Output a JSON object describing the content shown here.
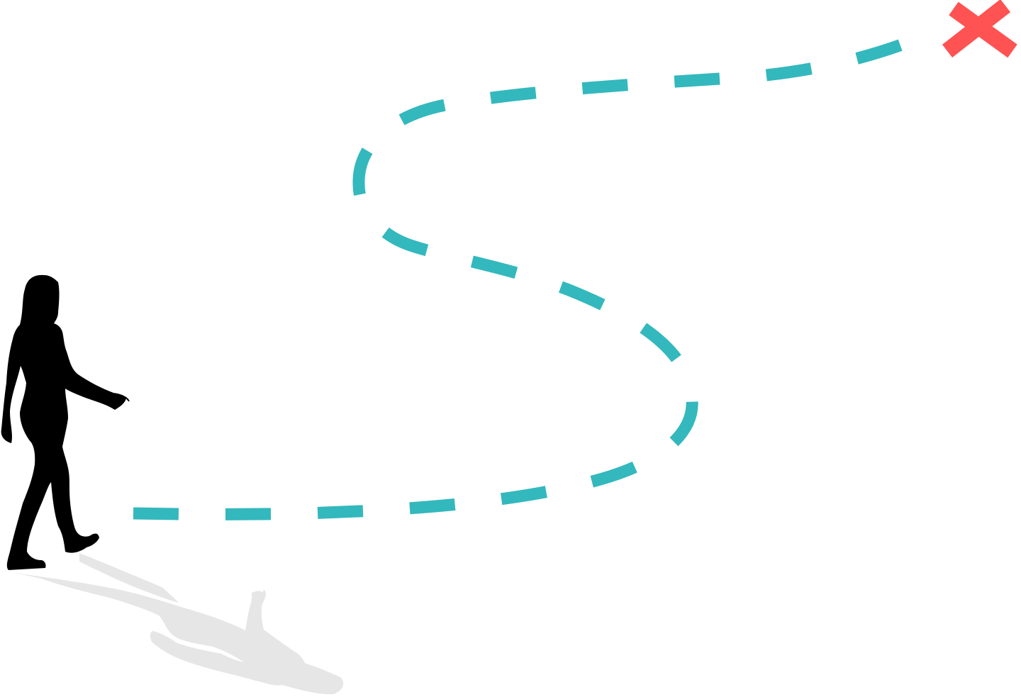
{
  "scene": {
    "background_color": "#ffffff",
    "path_color": "#33b8bd",
    "destination_color": "#ff5252",
    "figure_color": "#000000",
    "shadow_color": "#e6e6e6",
    "elements": [
      {
        "name": "walking-woman-silhouette",
        "icon": "person-walking-icon"
      },
      {
        "name": "figure-shadow",
        "icon": "shadow-shape"
      },
      {
        "name": "winding-dashed-path",
        "icon": "dashed-route-line"
      },
      {
        "name": "destination-x-mark",
        "icon": "x-mark-icon"
      }
    ]
  }
}
